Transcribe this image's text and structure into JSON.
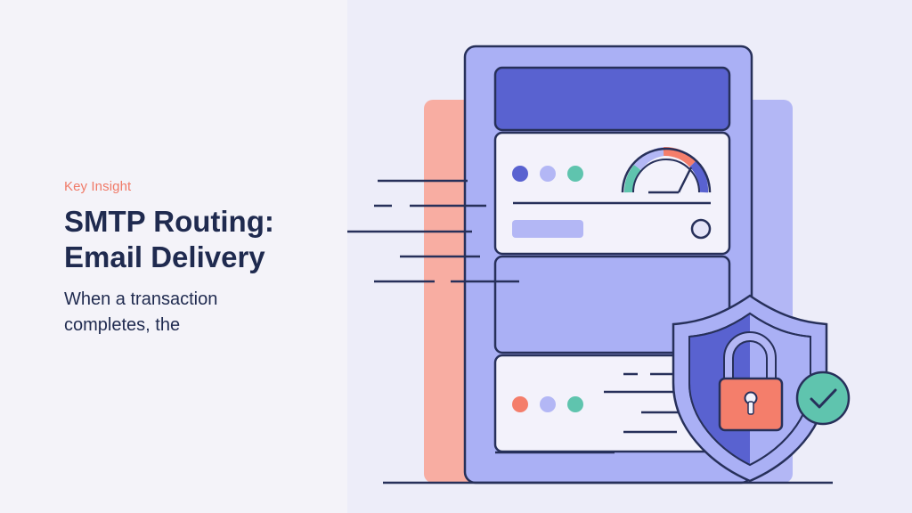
{
  "slide": {
    "eyebrow": "Key Insight",
    "title_line1": "SMTP Routing:",
    "title_line2": "Email Delivery",
    "body": "When a transaction completes, the"
  },
  "illustration": {
    "icons": [
      "server-rack-icon",
      "gauge-icon",
      "security-shield-icon",
      "padlock-icon",
      "check-badge-icon"
    ],
    "colors": {
      "navy": "#27305a",
      "indigo": "#5962d0",
      "lavender": "#aeb3f5",
      "coral": "#f47e6b",
      "teal": "#5fc4ae"
    }
  }
}
